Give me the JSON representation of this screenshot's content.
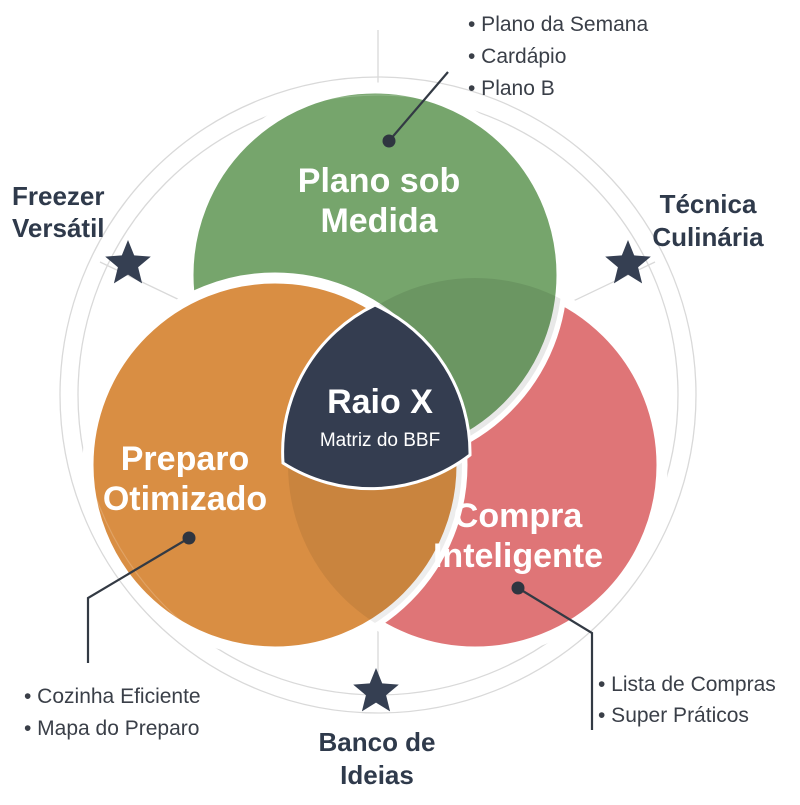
{
  "center": {
    "title": "Raio X",
    "subtitle": "Matriz do BBF"
  },
  "circles": {
    "plano": {
      "title_lines": [
        "Plano sob",
        "Medida"
      ],
      "color": "#76a56c"
    },
    "preparo": {
      "title_lines": [
        "Preparo",
        "Otimizado"
      ],
      "color": "#d98e43"
    },
    "compra": {
      "title_lines": [
        "Compra",
        "Inteligente"
      ],
      "color": "#df7577"
    }
  },
  "center_color": "#343d50",
  "corners": {
    "freezer": [
      "Freezer",
      "Versátil"
    ],
    "tecnica": [
      "Técnica",
      "Culinária"
    ],
    "banco": [
      "Banco de",
      "Ideias"
    ]
  },
  "callouts": {
    "plano": [
      "• Plano da Semana",
      "• Cardápio",
      "• Plano B"
    ],
    "preparo": [
      "• Cozinha Eficiente",
      "• Mapa do Preparo"
    ],
    "compra": [
      "• Lista de Compras",
      "• Super Práticos"
    ]
  },
  "star_icon": "star-icon",
  "star_color": "#353f52"
}
